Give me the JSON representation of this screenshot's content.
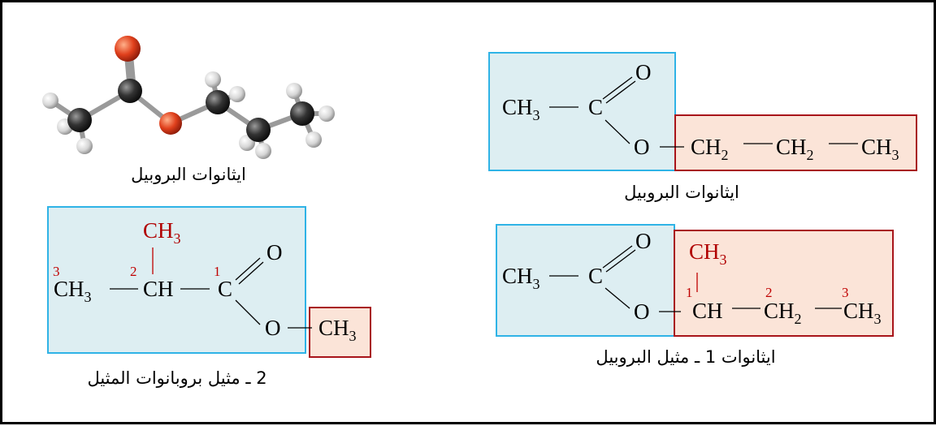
{
  "colors": {
    "blue_fill": "#ddeef2",
    "blue_border": "#2fb3e6",
    "red_fill": "#fbe4d8",
    "red_border": "#a8141a",
    "red_text": "#b00000",
    "oxygen": "#d9381e",
    "carbon": "#2b2b2b",
    "hydrogen": "#e6e6e6"
  },
  "model": {
    "caption": "ايثانوات البروبيل"
  },
  "structure_a": {
    "caption": "ايثانوات البروبيل",
    "ch3": "CH",
    "ch3_sub": "3",
    "c": "C",
    "o_double": "O",
    "o_single": "O",
    "ch2a": "CH",
    "ch2a_sub": "2",
    "ch2b": "CH",
    "ch2b_sub": "2",
    "ch3_end": "CH",
    "ch3_end_sub": "3"
  },
  "structure_b": {
    "caption": "ايثانوات 1 ـ مثيل البروبيل",
    "ch3": "CH",
    "ch3_sub": "3",
    "c": "C",
    "o_double": "O",
    "o_single": "O",
    "branch": "CH",
    "branch_sub": "3",
    "ch": "CH",
    "ch2": "CH",
    "ch2_sub": "2",
    "ch3_end": "CH",
    "ch3_end_sub": "3",
    "num1": "1",
    "num2": "2",
    "num3": "3"
  },
  "structure_c": {
    "caption": "2 ـ مثيل بروبانوات المثيل",
    "branch": "CH",
    "branch_sub": "3",
    "ch3": "CH",
    "ch3_sub": "3",
    "ch": "CH",
    "c": "C",
    "o_double": "O",
    "o_single": "O",
    "methyl": "CH",
    "methyl_sub": "3",
    "num1": "1",
    "num2": "2",
    "num3": "3"
  }
}
